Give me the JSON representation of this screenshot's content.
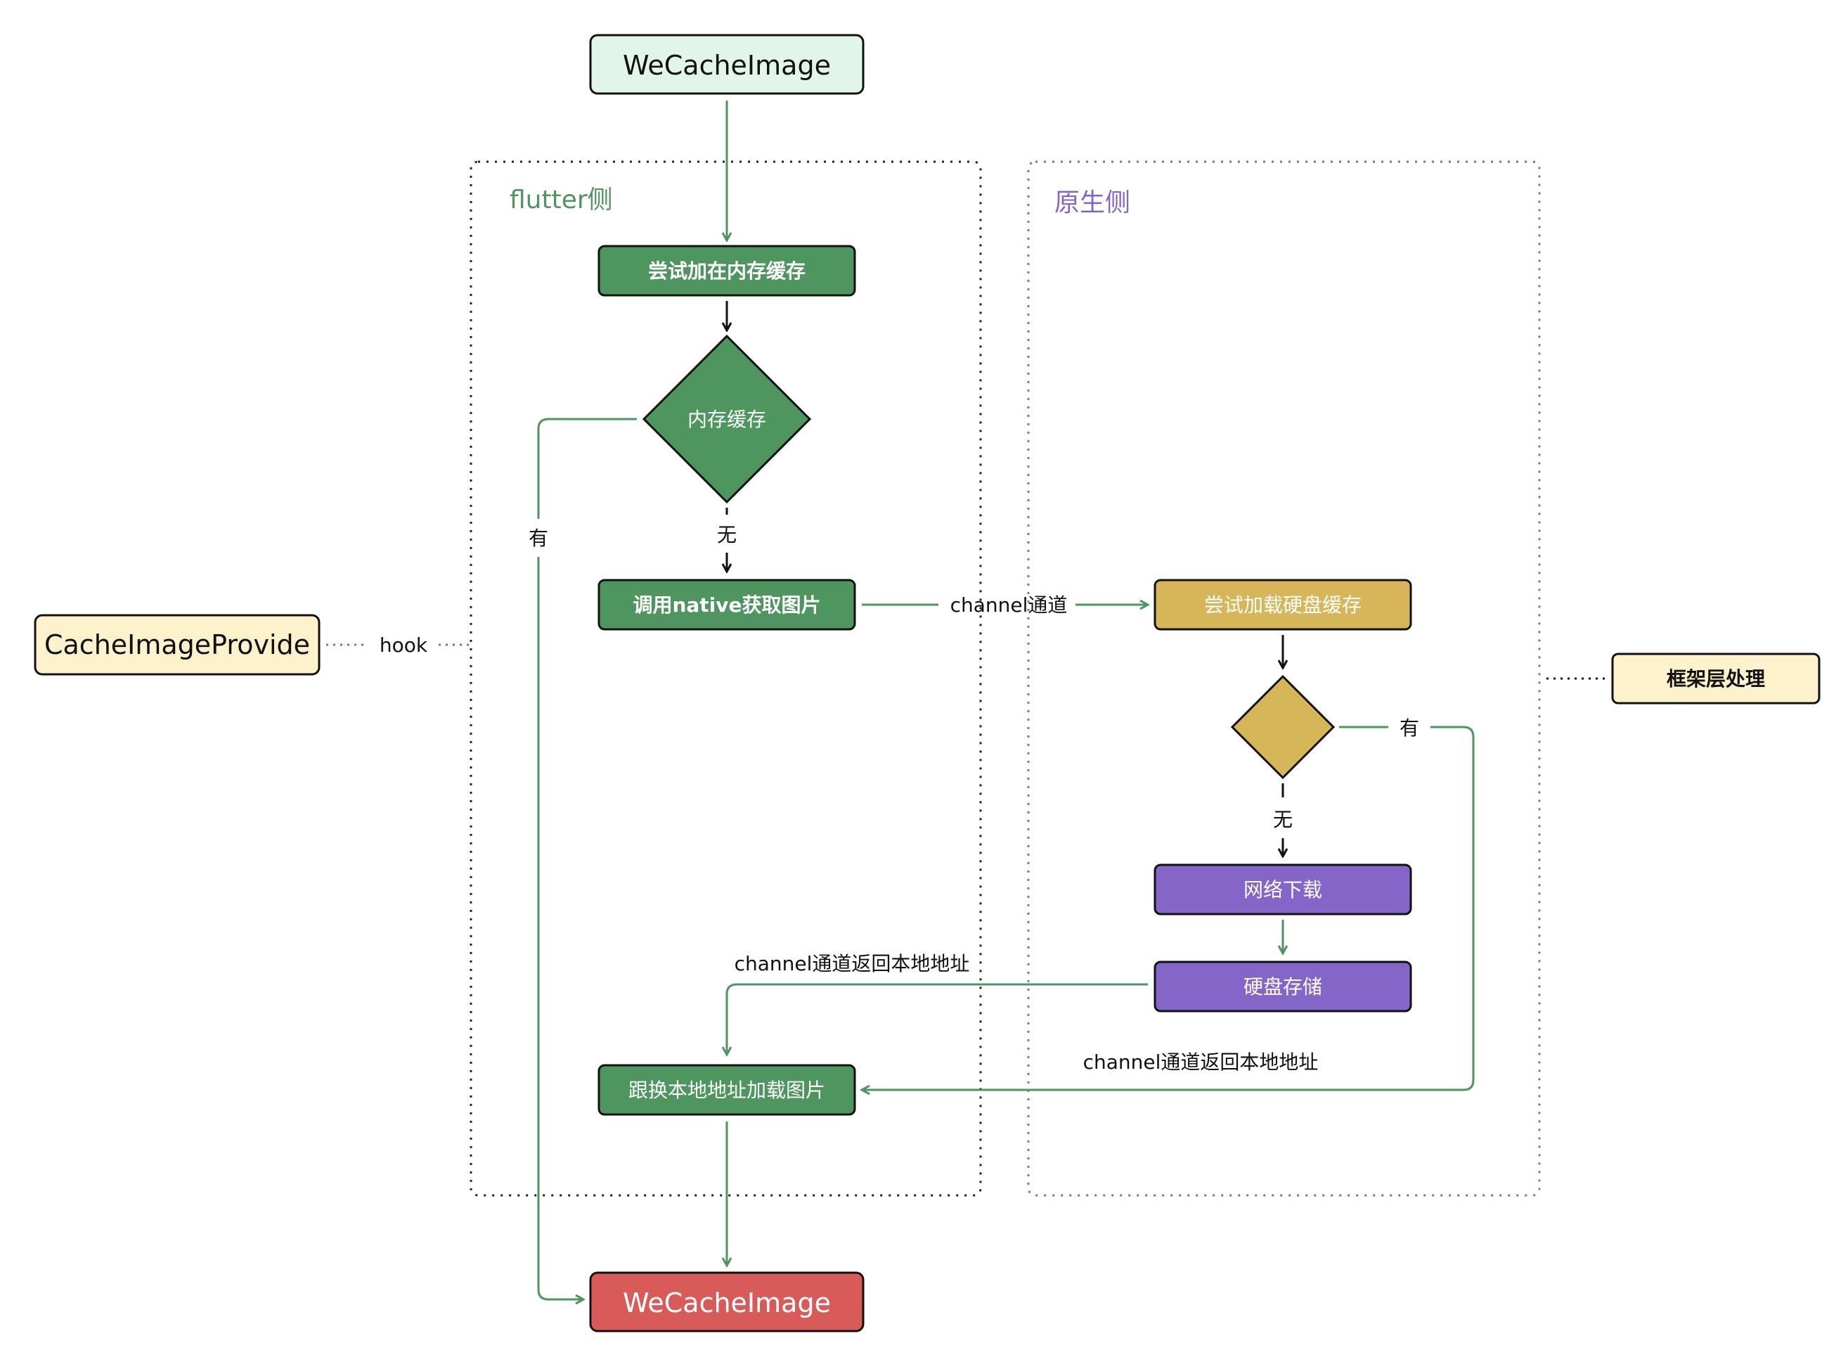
{
  "top_node": "WeCacheImage",
  "bottom_node": "WeCacheImage",
  "flutter_region": "flutter侧",
  "native_region": "原生侧",
  "provider_node": "CacheImageProvide",
  "hook_label": "hook",
  "framework_node": "框架层处理",
  "flutter_steps": {
    "try_memory": "尝试加在内存缓存",
    "memory_decision": "内存缓存",
    "call_native": "调用native获取图片",
    "replace_load": "跟换本地地址加载图片"
  },
  "native_steps": {
    "try_disk": "尝试加载硬盘缓存",
    "download": "网络下载",
    "disk_store": "硬盘存储"
  },
  "edge_labels": {
    "has": "有",
    "none": "无",
    "channel": "channel通道",
    "channel_return": "channel通道返回本地地址"
  },
  "colors": {
    "green": "#4e9560",
    "green_light_fill": "#e2f5e9",
    "gold": "#d6b658",
    "purple": "#8466c9",
    "red": "#d95b58",
    "cream": "#fdf2cc"
  }
}
